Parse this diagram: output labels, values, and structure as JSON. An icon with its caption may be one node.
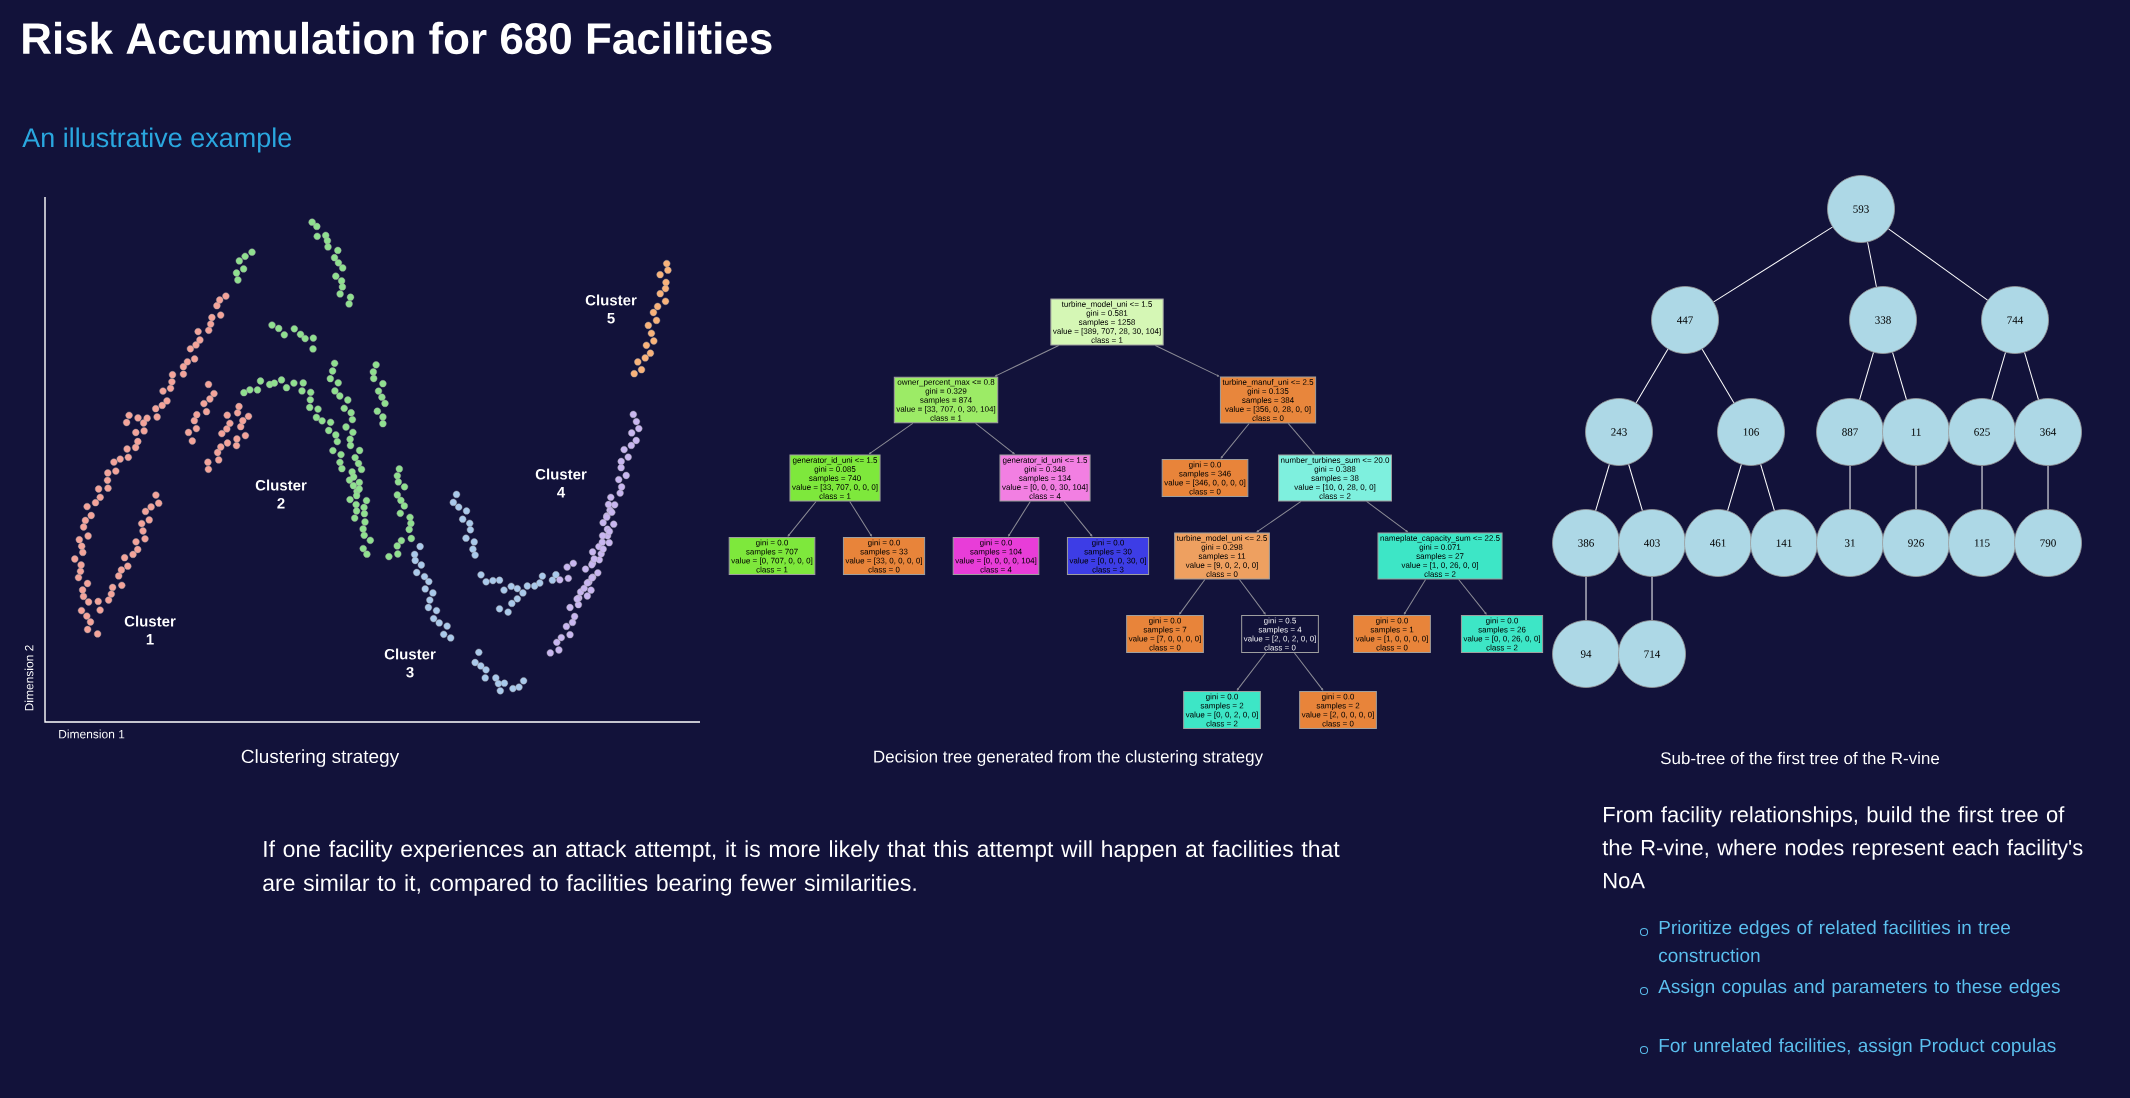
{
  "diagram": {
    "title": "Risk Accumulation for 680 Facilities",
    "nodes": [
      {
        "text": [
          "turbine_model_uni <= 1.5",
          "gini = 0.581",
          "samples = 1258",
          "value = [389, 707, 28, 30, 104]",
          "class = 1"
        ]
      },
      {
        "text": [
          "owner_percent_max <= 0.8",
          "gini = 0.329",
          "samples = 874",
          "value = [33, 707, 0, 30, 104]",
          "class = 1"
        ]
      },
      {
        "text": [
          "turbine_manuf_uni <= 2.5",
          "gini = 0.135",
          "samples = 384",
          "value = [356, 0, 28, 0, 0]",
          "class = 0"
        ]
      },
      {
        "text": [
          "generator_id_uni <= 1.5",
          "gini = 0.085",
          "samples = 740",
          "value = [33, 707, 0, 0, 0]",
          "class = 1"
        ]
      },
      {
        "text": [
          "generator_id_uni <= 1.5",
          "gini = 0.348",
          "samples = 134",
          "value = [0, 0, 0, 30, 104]",
          "class = 4"
        ]
      },
      {
        "text": [
          "gini = 0.0",
          "samples = 346",
          "value = [346, 0, 0, 0, 0]",
          "class = 0"
        ]
      },
      {
        "text": [
          "number_turbines_sum <= 20.0",
          "gini = 0.388",
          "samples = 38",
          "value = [10, 0, 28, 0, 0]",
          "class = 2"
        ]
      },
      {
        "text": [
          "gini = 0.0",
          "samples = 707",
          "value = [0, 707, 0, 0, 0]",
          "class = 1"
        ]
      },
      {
        "text": [
          "gini = 0.0",
          "samples = 33",
          "value = [33, 0, 0, 0, 0]",
          "class = 0"
        ]
      },
      {
        "text": [
          "gini = 0.0",
          "samples = 104",
          "value = [0, 0, 0, 0, 104]",
          "class = 4"
        ]
      },
      {
        "text": [
          "gini = 0.0",
          "samples = 30",
          "value = [0, 0, 0, 30, 0]",
          "class = 3"
        ]
      },
      {
        "text": [
          "turbine_model_uni <= 2.5",
          "gini = 0.298",
          "samples = 11",
          "value = [9, 0, 2, 0, 0]",
          "class = 0"
        ]
      },
      {
        "text": [
          "nameplate_capacity_sum <= 22.5",
          "gini = 0.071",
          "samples = 27",
          "value = [1, 0, 26, 0, 0]",
          "class = 2"
        ]
      },
      {
        "text": [
          "gini = 0.0",
          "samples = 7",
          "value = [7, 0, 0, 0, 0]",
          "class = 0"
        ]
      },
      {
        "text": [
          "gini = 0.5",
          "samples = 4",
          "value = [2, 0, 2, 0, 0]",
          "class = 0"
        ]
      },
      {
        "text": [
          "gini = 0.0",
          "samples = 1",
          "value = [1, 0, 0, 0, 0]",
          "class = 0"
        ]
      },
      {
        "text": [
          "gini = 0.0",
          "samples = 26",
          "value = [0, 0, 26, 0, 0]",
          "class = 2"
        ]
      },
      {
        "text": [
          "gini = 0.0",
          "samples = 2",
          "value = [0, 0, 2, 0, 0]",
          "class = 2"
        ]
      },
      {
        "text": [
          "gini = 0.0",
          "samples = 2",
          "value = [2, 0, 0, 0, 0]",
          "class = 0"
        ]
      },
      {
        "text": [
          "593"
        ]
      },
      {
        "text": [
          "447"
        ]
      },
      {
        "text": [
          "338"
        ]
      },
      {
        "text": [
          "744"
        ]
      },
      {
        "text": [
          "243"
        ]
      },
      {
        "text": [
          "106"
        ]
      },
      {
        "text": [
          "887"
        ]
      },
      {
        "text": [
          "11"
        ]
      },
      {
        "text": [
          "625"
        ]
      },
      {
        "text": [
          "364"
        ]
      },
      {
        "text": [
          "386"
        ]
      },
      {
        "text": [
          "403"
        ]
      },
      {
        "text": [
          "461"
        ]
      },
      {
        "text": [
          "141"
        ]
      },
      {
        "text": [
          "31"
        ]
      },
      {
        "text": [
          "926"
        ]
      },
      {
        "text": [
          "115"
        ]
      },
      {
        "text": [
          "790"
        ]
      },
      {
        "text": [
          "94"
        ]
      },
      {
        "text": [
          "714"
        ]
      }
    ],
    "edges": [
      {
        "from": 0,
        "to": 1,
        "arrow": "to",
        "color": "#8c8c96"
      },
      {
        "from": 0,
        "to": 2,
        "arrow": "to",
        "color": "#8c8c96"
      },
      {
        "from": 1,
        "to": 3,
        "arrow": "to",
        "color": "#8c8c96"
      },
      {
        "from": 1,
        "to": 4,
        "arrow": "to",
        "color": "#8c8c96"
      },
      {
        "from": 2,
        "to": 5,
        "arrow": "to",
        "color": "#8c8c96"
      },
      {
        "from": 2,
        "to": 6,
        "arrow": "to",
        "color": "#8c8c96"
      },
      {
        "from": 3,
        "to": 7,
        "arrow": "to",
        "color": "#8c8c96"
      },
      {
        "from": 3,
        "to": 8,
        "arrow": "to",
        "color": "#8c8c96"
      },
      {
        "from": 4,
        "to": 9,
        "arrow": "to",
        "color": "#8c8c96"
      },
      {
        "from": 4,
        "to": 10,
        "arrow": "to",
        "color": "#8c8c96"
      },
      {
        "from": 6,
        "to": 11,
        "arrow": "to",
        "color": "#8c8c96"
      },
      {
        "from": 6,
        "to": 12,
        "arrow": "to",
        "color": "#8c8c96"
      },
      {
        "from": 11,
        "to": 13,
        "arrow": "to",
        "color": "#8c8c96"
      },
      {
        "from": 11,
        "to": 14,
        "arrow": "to",
        "color": "#8c8c96"
      },
      {
        "from": 12,
        "to": 15,
        "arrow": "to",
        "color": "#8c8c96"
      },
      {
        "from": 12,
        "to": 16,
        "arrow": "to",
        "color": "#8c8c96"
      },
      {
        "from": 14,
        "to": 17,
        "arrow": "to",
        "color": "#8c8c96"
      },
      {
        "from": 14,
        "to": 18,
        "arrow": "to",
        "color": "#8c8c96"
      },
      {
        "from": 19,
        "to": 20,
        "arrow": "none"
      },
      {
        "from": 19,
        "to": 21,
        "arrow": "none"
      },
      {
        "from": 19,
        "to": 22,
        "arrow": "none"
      },
      {
        "from": 20,
        "to": 23,
        "arrow": "none"
      },
      {
        "from": 20,
        "to": 24,
        "arrow": "none"
      },
      {
        "from": 21,
        "to": 25,
        "arrow": "none"
      },
      {
        "from": 21,
        "to": 26,
        "arrow": "none"
      },
      {
        "from": 22,
        "to": 27,
        "arrow": "none"
      },
      {
        "from": 22,
        "to": 28,
        "arrow": "none"
      },
      {
        "from": 23,
        "to": 29,
        "arrow": "none"
      },
      {
        "from": 23,
        "to": 30,
        "arrow": "none"
      },
      {
        "from": 24,
        "to": 31,
        "arrow": "none"
      },
      {
        "from": 24,
        "to": 32,
        "arrow": "none"
      },
      {
        "from": 25,
        "to": 33,
        "arrow": "none"
      },
      {
        "from": 26,
        "to": 34,
        "arrow": "none"
      },
      {
        "from": 27,
        "to": 35,
        "arrow": "none"
      },
      {
        "from": 28,
        "to": 36,
        "arrow": "none"
      },
      {
        "from": 29,
        "to": 37,
        "arrow": "none"
      },
      {
        "from": 30,
        "to": 38,
        "arrow": "none"
      }
    ],
    "labels": [
      "An illustrative example",
      "Cluster 5",
      "Cluster 2",
      "Cluster 4",
      "Cluster 1",
      "Cluster 3",
      "Dimension 2",
      "Dimension 1",
      "Clustering strategy",
      "Decision tree generated from the clustering strategy",
      "Sub-tree of the first tree of the R-vine",
      "If one facility experiences an attack attempt, it is more likely that this attempt will happen at facilities that are similar to it, compared to facilities bearing fewer similarities.",
      "From facility relationships, build the first tree of the R-vine, where nodes represent each facility's NoA",
      "Prioritize edges of related facilities in tree construction",
      "Assign copulas and parameters to these edges",
      "For unrelated facilities, assign Product copulas"
    ]
  }
}
